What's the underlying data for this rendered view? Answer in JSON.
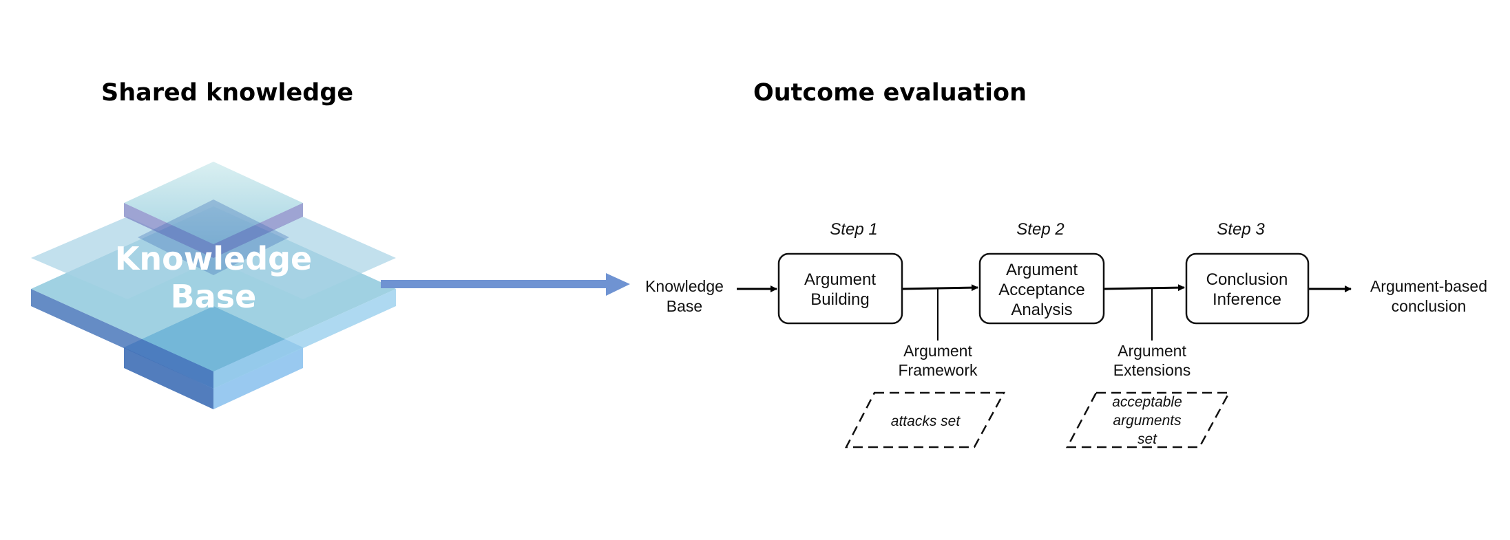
{
  "headings": {
    "left": "Shared knowledge",
    "right": "Outcome evaluation"
  },
  "kb_icon": {
    "line1": "Knowledge",
    "line2": "Base"
  },
  "steps": {
    "s1": "Step 1",
    "s2": "Step 2",
    "s3": "Step 3"
  },
  "input": {
    "line1": "Knowledge",
    "line2": "Base"
  },
  "boxes": {
    "building": {
      "line1": "Argument",
      "line2": "Building"
    },
    "acceptance": {
      "line1": "Argument",
      "line2": "Acceptance",
      "line3": "Analysis"
    },
    "conclusion": {
      "line1": "Conclusion",
      "line2": "Inference"
    }
  },
  "output": {
    "line1": "Argument-based",
    "line2": "conclusion"
  },
  "intermediates": {
    "framework": {
      "line1": "Argument",
      "line2": "Framework"
    },
    "extensions": {
      "line1": "Argument",
      "line2": "Extensions"
    }
  },
  "notes": {
    "attacks": "attacks set",
    "acceptable": {
      "line1": "acceptable",
      "line2": "arguments",
      "line3": "set"
    }
  },
  "colors": {
    "connector_arrow": "#6f93d2",
    "kb_top": "#bfe3e6",
    "kb_mid": "#7fb8d8",
    "kb_deep": "#3f6fb6"
  },
  "icons": {
    "kb": "stacked-layers-icon"
  }
}
